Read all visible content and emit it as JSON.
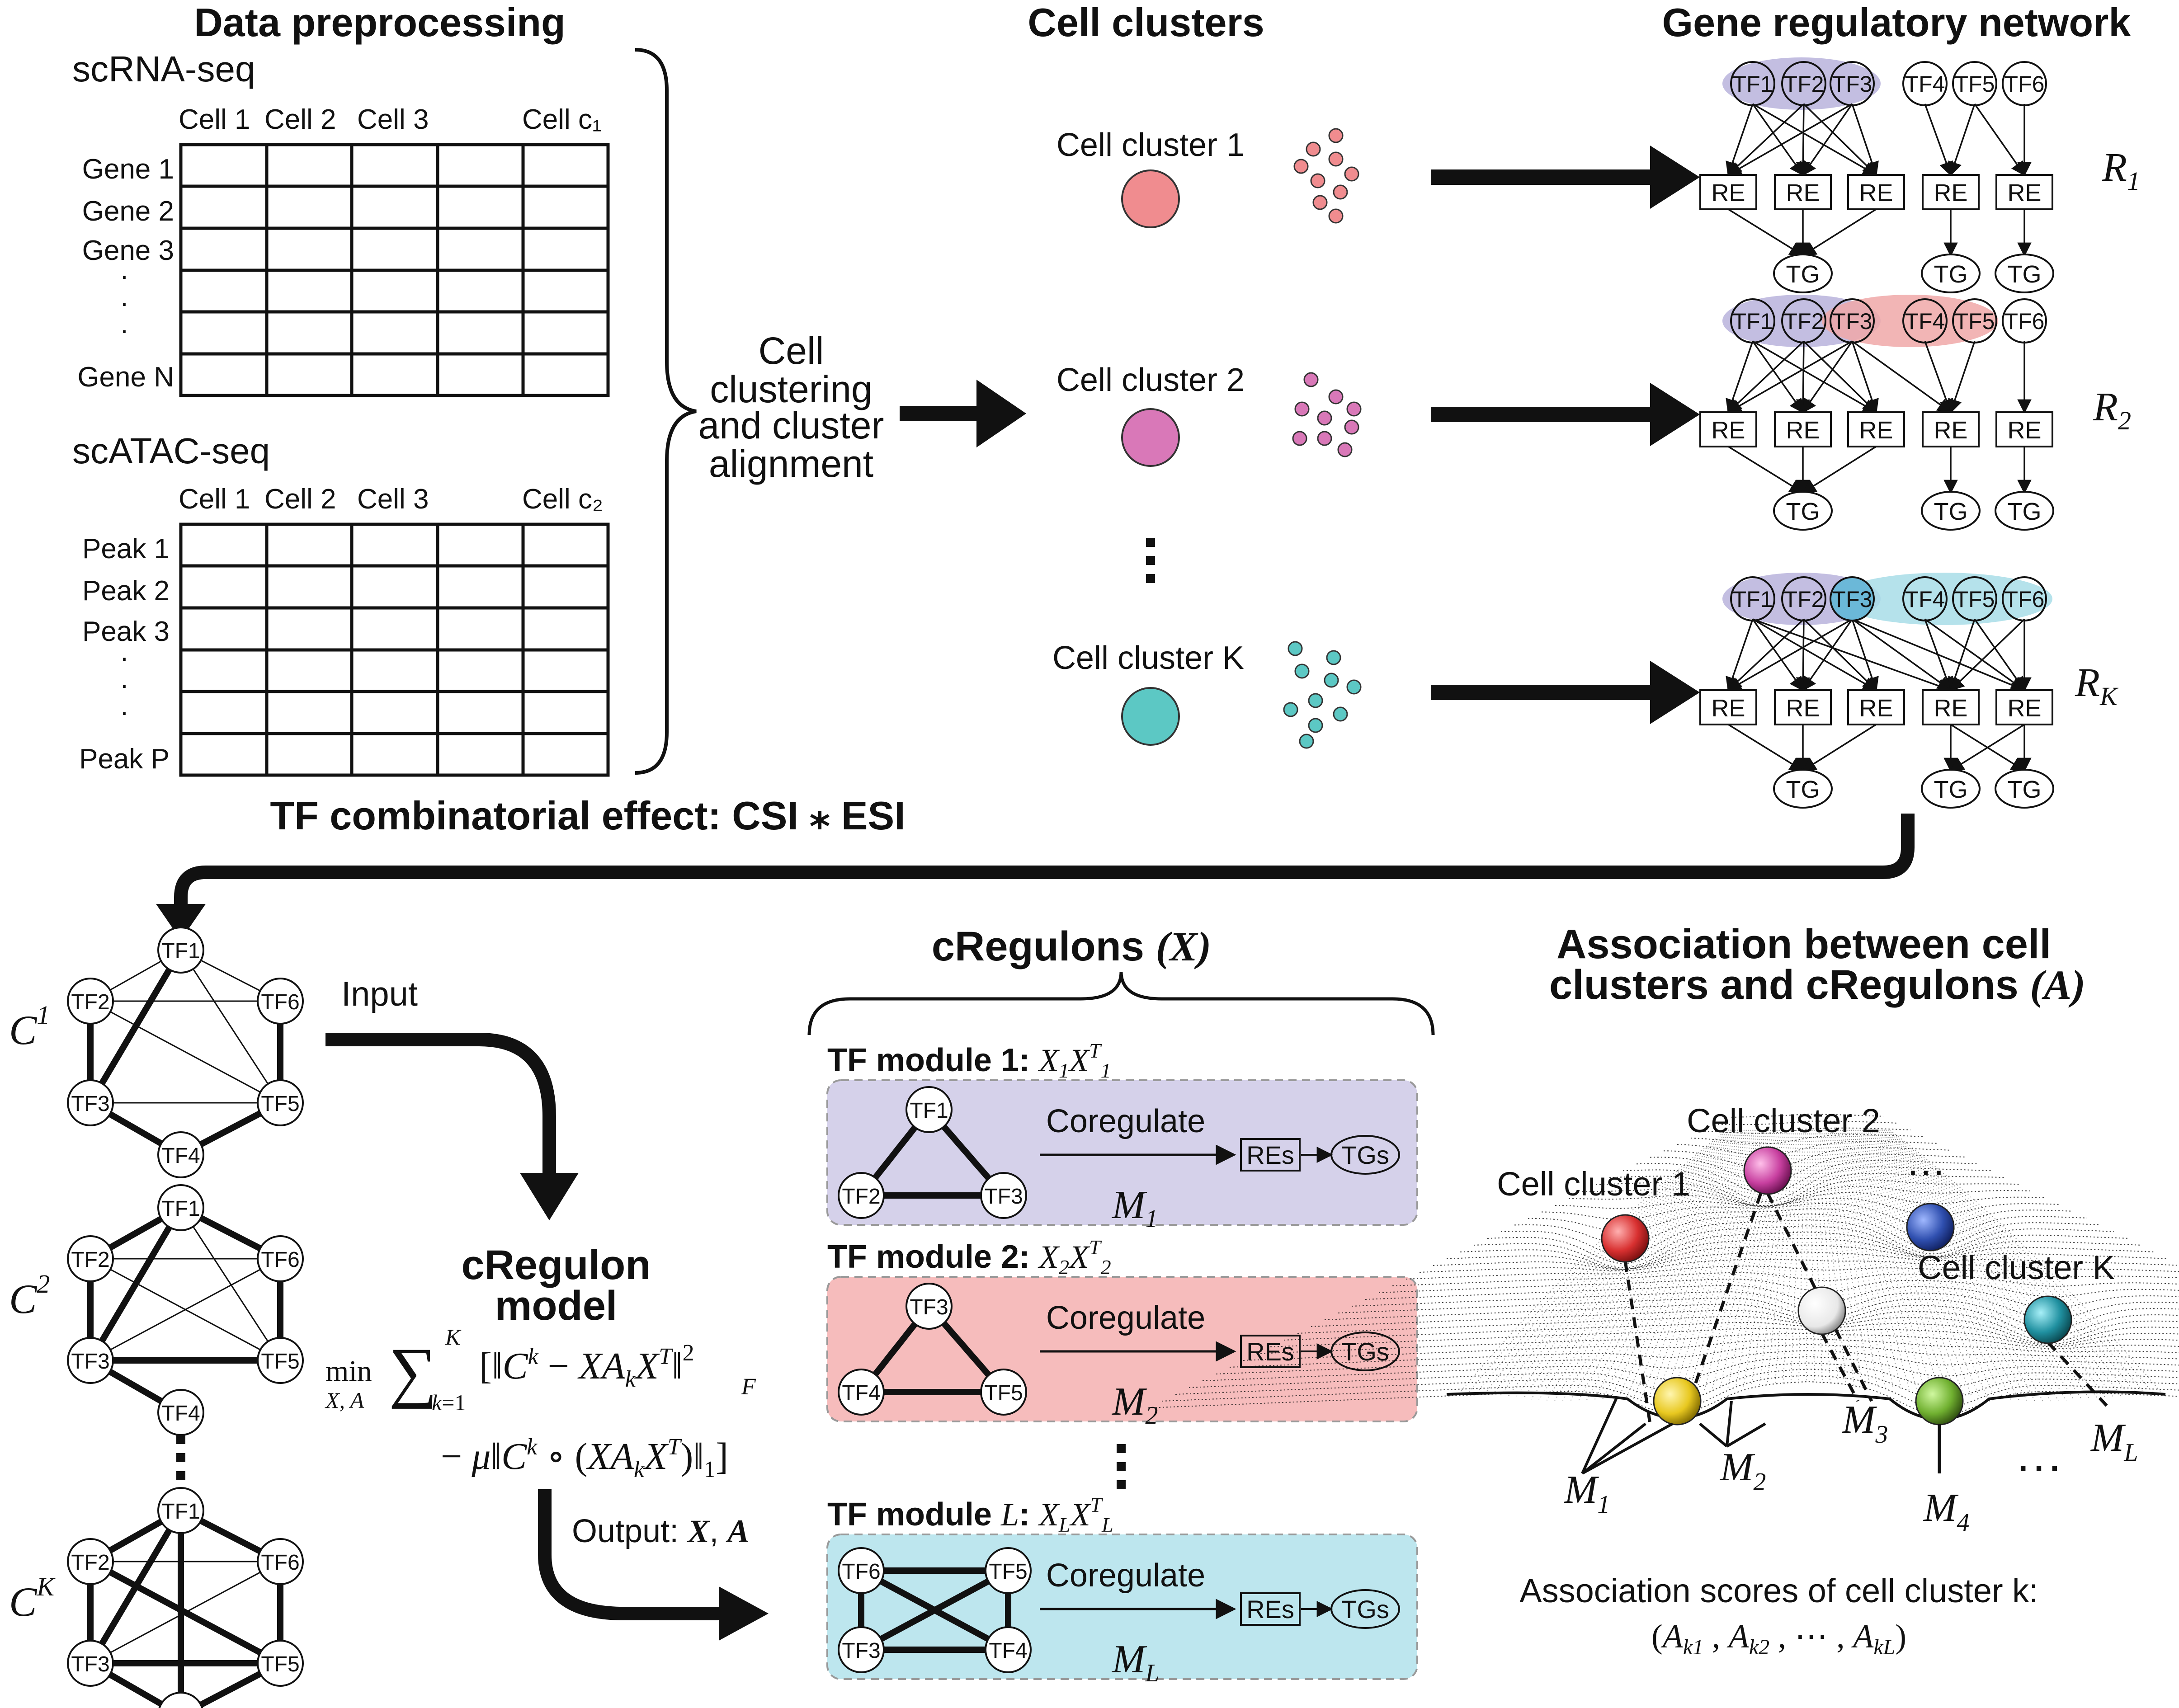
{
  "preprocessing": {
    "title": "Data preprocessing",
    "rna": {
      "title": "scRNA-seq",
      "cols": [
        "Cell 1",
        "Cell 2",
        "Cell 3",
        "Cell c₁"
      ],
      "rows": [
        "Gene 1",
        "Gene 2",
        "Gene 3",
        "Gene N"
      ]
    },
    "atac": {
      "title": "scATAC-seq",
      "cols": [
        "Cell 1",
        "Cell 2",
        "Cell 3",
        "Cell c₂"
      ],
      "rows": [
        "Peak 1",
        "Peak 2",
        "Peak 3",
        "Peak P"
      ]
    },
    "vdots": "·"
  },
  "clustering_label": [
    "Cell",
    "clustering",
    "and cluster",
    "alignment"
  ],
  "clusters": {
    "title": "Cell clusters",
    "items": [
      {
        "label": "Cell cluster 1",
        "color": "#f08c8f"
      },
      {
        "label": "Cell cluster 2",
        "color": "#d978b8"
      },
      {
        "label": "Cell cluster K",
        "color": "#5cc8c4"
      }
    ]
  },
  "grn": {
    "title": "Gene regulatory network",
    "tf_labels": [
      "TF1",
      "TF2",
      "TF3",
      "TF4",
      "TF5",
      "TF6"
    ],
    "re_label": "RE",
    "tg_label": "TG",
    "networks": [
      "R₁",
      "R₂",
      "R_K"
    ],
    "module_colors": {
      "m1": "#b9b3dc",
      "m2": "#f0a8a8",
      "mL": "#a8dde8"
    }
  },
  "tf_effect": "TF combinatorial effect: CSI ⁎ ESI",
  "cmatrices": {
    "labels": [
      "C",
      "C",
      "C"
    ],
    "sups": [
      "1",
      "2",
      "K"
    ],
    "input_label": "Input",
    "output_label": "Output: X, A"
  },
  "model": {
    "title_line1": "cRegulon",
    "title_line2": "model",
    "formula_line1": "min  ∑  [ ‖Cᵏ − XAₖXᵀ‖²_F",
    "formula_line2": "− μ‖Cᵏ ∘ (XAₖXᵀ)‖₁ ]"
  },
  "cregulons": {
    "title": "cRegulons (X)",
    "modules": [
      {
        "title": "TF module 1: X₁Xᵀ₁",
        "tfs": [
          "TF1",
          "TF2",
          "TF3"
        ],
        "label": "M₁",
        "color": "#d5d1ea"
      },
      {
        "title": "TF module 2: X₂Xᵀ₂",
        "tfs": [
          "TF3",
          "TF4",
          "TF5"
        ],
        "label": "M₂",
        "color": "#f6bcbc"
      },
      {
        "title": "TF module L: XʟXᵀʟ",
        "tfs": [
          "TF6",
          "TF5",
          "TF3",
          "TF4"
        ],
        "label": "Mʟ",
        "color": "#bde6ee"
      }
    ],
    "coregulate": "Coregulate",
    "res": "REs",
    "tgs": "TGs"
  },
  "association": {
    "title_line1": "Association between cell",
    "title_line2": "clusters and cRegulons (A)",
    "cluster_labels": [
      "Cell cluster 1",
      "Cell cluster 2",
      "Cell cluster K"
    ],
    "module_labels": [
      "M₁",
      "M₂",
      "M₃",
      "M₄",
      "Mʟ"
    ],
    "ellipsis": "…",
    "scores_line1": "Association scores of cell cluster k:",
    "scores_line2": "(Aₖ₁ , Aₖ₂ , ⋯ , Aₖʟ)",
    "ball_colors": [
      "#d83030",
      "#c840a0",
      "#3050b0",
      "#ffffff",
      "#2090a0",
      "#e8c820",
      "#70b030"
    ]
  }
}
